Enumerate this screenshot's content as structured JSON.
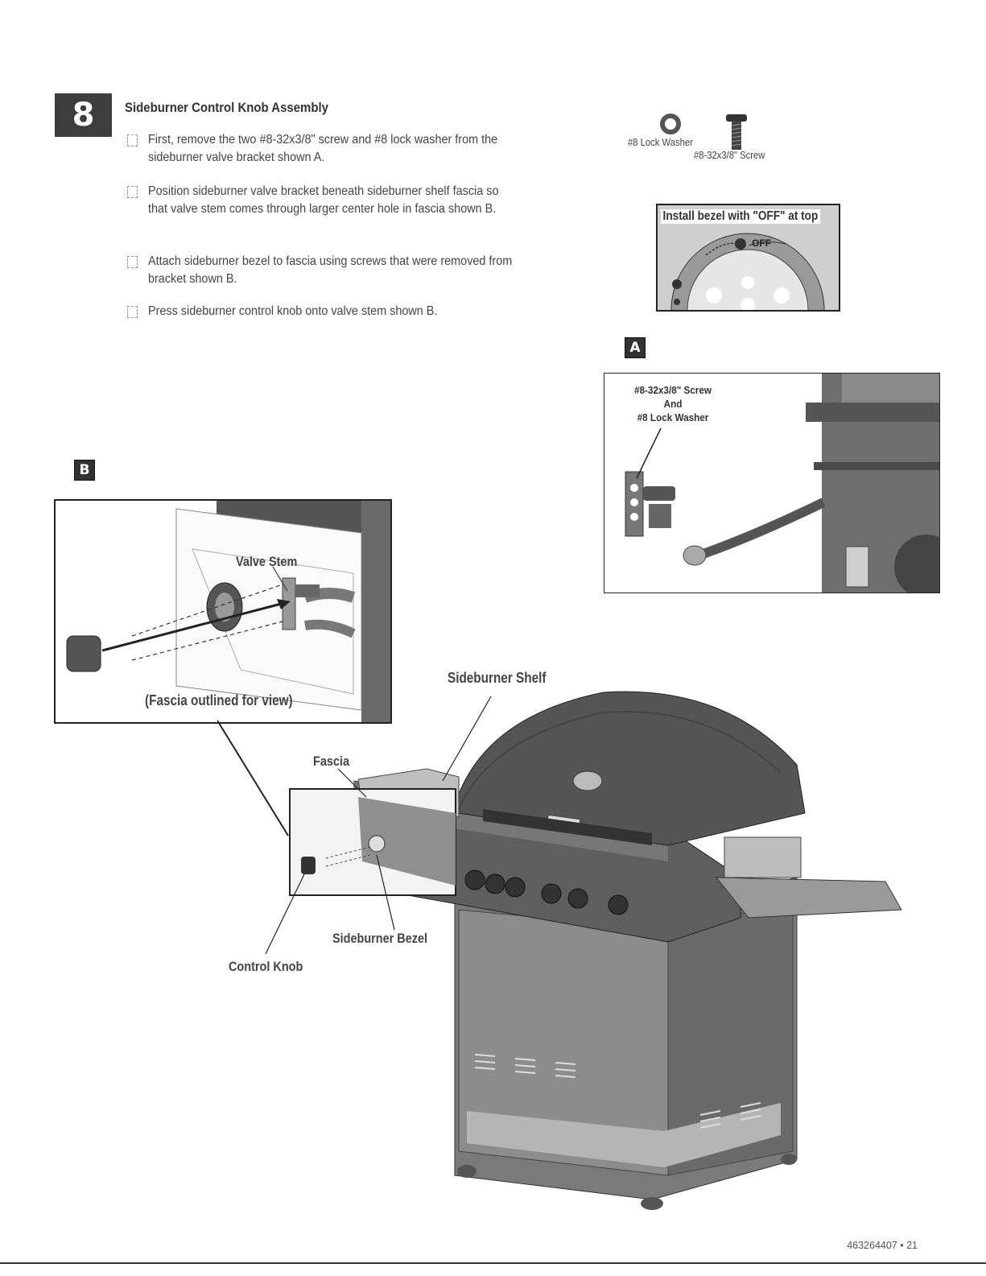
{
  "step": {
    "number": "8",
    "title": "Sideburner Control Knob Assembly"
  },
  "instructions": [
    "First, remove the two #8-32x3/8\" screw and #8 lock washer from the sideburner valve bracket shown A.",
    "Position sideburner valve bracket beneath sideburner shelf fascia so that valve stem comes through larger center hole in fascia shown B.",
    "Attach sideburner bezel to fascia using screws that were removed from bracket shown B.",
    "Press sideburner control knob onto valve stem shown B."
  ],
  "hardware": {
    "washer_label": "#8 Lock Washer",
    "screw_label": "#8-32x3/8\" Screw"
  },
  "bezel_inset": {
    "title": "Install bezel with \"OFF\" at top",
    "off_text": "OFF"
  },
  "figure_a": {
    "letter": "A",
    "callout_line1": "#8-32x3/8\" Screw",
    "callout_line2": "And",
    "callout_line3": "#8 Lock Washer"
  },
  "figure_b": {
    "letter": "B",
    "valve_stem": "Valve Stem",
    "fascia_note": "(Fascia outlined for view)"
  },
  "grill_callouts": {
    "sideburner_shelf": "Sideburner Shelf",
    "fascia": "Fascia",
    "sideburner_bezel": "Sideburner Bezel",
    "control_knob": "Control Knob"
  },
  "footer": {
    "page": "463264407 • 21"
  }
}
